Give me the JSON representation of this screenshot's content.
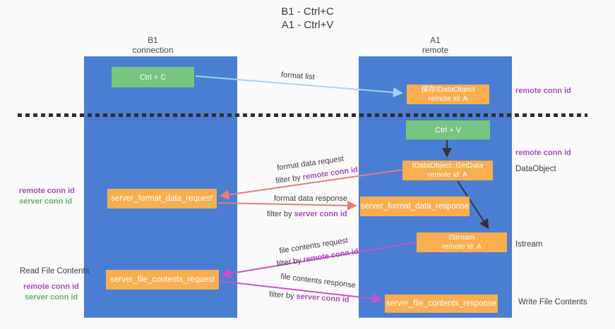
{
  "title": {
    "line1": "B1 - Ctrl+C",
    "line2": "A1 - Ctrl+V"
  },
  "lanes": {
    "left": {
      "name": "B1",
      "role": "connection"
    },
    "right": {
      "name": "A1",
      "role": "remote"
    }
  },
  "nodes": {
    "ctrl_c": "Ctrl + C",
    "ctrl_v": "Ctrl + V",
    "save_idataobject": {
      "line1": "保存IDataObject",
      "line2": "remote id: A"
    },
    "idataobject_getdata": {
      "line1": "IDataObject::GetData",
      "line2": "remote id: A"
    },
    "istream": {
      "line1": "IStream",
      "line2": "remote id: A"
    },
    "server_format_data_request": "server_format_data_request",
    "server_format_data_response": "server_format_data_response",
    "server_file_contents_request": "server_file_contents_request",
    "server_file_contents_response": "server_file_contents_response"
  },
  "edges": {
    "format_list": {
      "label": "format list"
    },
    "format_data_request": {
      "label": "format data request",
      "filter_prefix": "filter by",
      "filter_key": "remote conn id"
    },
    "format_data_response": {
      "label": "format data response",
      "filter_prefix": "filter by",
      "filter_key": "server conn id"
    },
    "file_contents_request": {
      "label": "file contents request",
      "filter_prefix": "filter by",
      "filter_key": "remote conn id"
    },
    "file_contents_response": {
      "label": "file contents response",
      "filter_prefix": "filter by",
      "filter_key": "server conn id"
    }
  },
  "annotations": {
    "right_remote_conn_id_top": "remote conn id",
    "right_remote_conn_id_mid": "remote conn id",
    "dataobject": "DataObject",
    "istream": "Istream",
    "write_file_contents": "Write File Contents",
    "left_remote_conn_id_top": "remote conn id",
    "left_server_conn_id_top": "server conn id",
    "read_file_contents": "Read File Contents",
    "left_remote_conn_id_bottom": "remote conn id",
    "left_server_conn_id_bottom": "server conn id"
  },
  "colors": {
    "lane_blue": "#4a7ed3",
    "node_orange": "#f9ae4f",
    "node_green": "#79c57f",
    "arrow_light_blue": "#a9d4f1",
    "arrow_red": "#e87c7c",
    "arrow_magenta": "#cd50cd",
    "arrow_black": "#333333",
    "text_purple": "#a64dbb",
    "text_green": "#62b36a",
    "text_dark": "#3c3c3c"
  }
}
